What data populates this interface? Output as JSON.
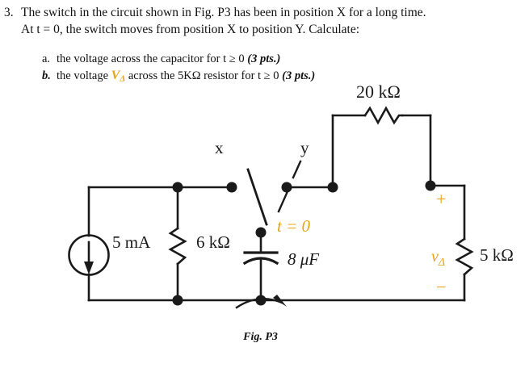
{
  "problem": {
    "number": "3.",
    "line1": "The switch in the circuit shown in Fig. P3 has been in position X for a long time.",
    "line2": "At t = 0, the switch moves from position X to position Y.  Calculate:",
    "items": [
      {
        "letter": "a.",
        "text_before": "the voltage across the capacitor for t ≥ 0 ",
        "points": "(3 pts.)"
      },
      {
        "letter": "b.",
        "text_before": "the voltage ",
        "symbol": "V",
        "symbol_sub": "Δ",
        "text_after": " across the 5KΩ resistor for t ≥ 0 ",
        "points": "(3 pts.)"
      }
    ]
  },
  "circuit": {
    "caption": "Fig. P3",
    "components": {
      "current_source": {
        "label": "5 mA",
        "direction": "down"
      },
      "resistor_6k": {
        "label": "6 kΩ"
      },
      "resistor_20k": {
        "label": "20 kΩ"
      },
      "resistor_5k": {
        "label": "5 kΩ"
      },
      "capacitor": {
        "label": "8 μF"
      },
      "switch": {
        "terminal_x": "x",
        "terminal_y": "y",
        "time_label": "t = 0"
      },
      "voltage_marker": {
        "plus": "+",
        "minus": "−",
        "name": "v",
        "name_sub": "Δ"
      }
    }
  },
  "colors": {
    "ink": "#1a1a1a",
    "gold": "#E8A317",
    "background": "#ffffff"
  }
}
